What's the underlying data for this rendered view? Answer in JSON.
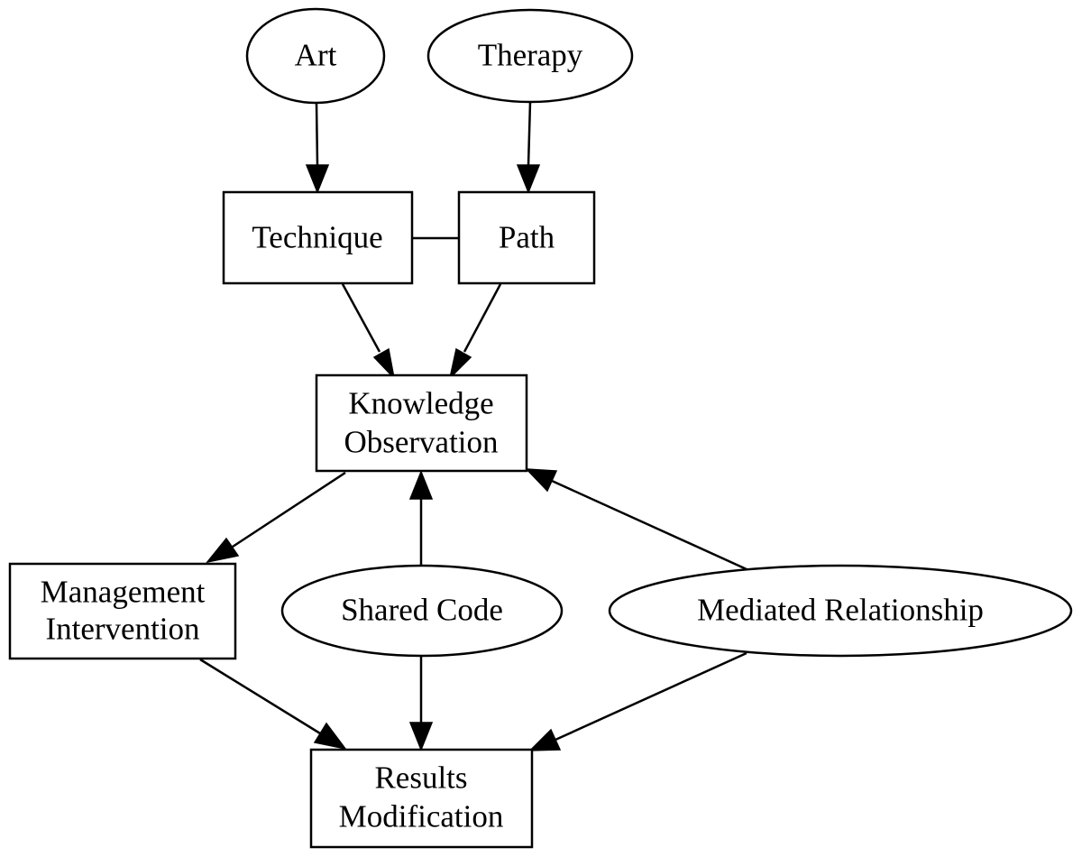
{
  "nodes": {
    "art": "Art",
    "therapy": "Therapy",
    "technique": "Technique",
    "path": "Path",
    "knowledge_observation": [
      "Knowledge",
      "Observation"
    ],
    "management_intervention": [
      "Management",
      "Intervention"
    ],
    "shared_code": "Shared Code",
    "mediated_relationship": "Mediated Relationship",
    "results_modification": [
      "Results",
      "Modification"
    ]
  },
  "edges": [
    {
      "from": "Art",
      "to": "Technique",
      "directed": true
    },
    {
      "from": "Therapy",
      "to": "Path",
      "directed": true
    },
    {
      "from": "Technique",
      "to": "Path",
      "directed": false
    },
    {
      "from": "Technique",
      "to": "Knowledge Observation",
      "directed": true
    },
    {
      "from": "Path",
      "to": "Knowledge Observation",
      "directed": true
    },
    {
      "from": "Knowledge Observation",
      "to": "Management Intervention",
      "directed": true
    },
    {
      "from": "Shared Code",
      "to": "Knowledge Observation",
      "directed": true
    },
    {
      "from": "Mediated Relationship",
      "to": "Knowledge Observation",
      "directed": true
    },
    {
      "from": "Management Intervention",
      "to": "Results Modification",
      "directed": true
    },
    {
      "from": "Shared Code",
      "to": "Results Modification",
      "directed": true
    },
    {
      "from": "Mediated Relationship",
      "to": "Results Modification",
      "directed": true
    }
  ]
}
